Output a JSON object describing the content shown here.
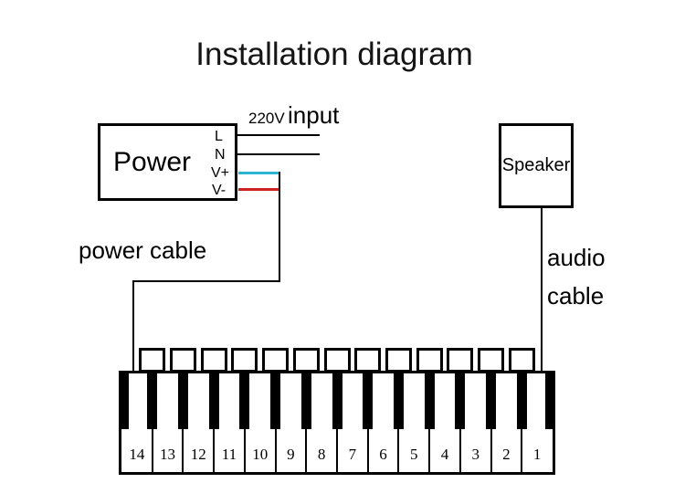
{
  "title": "Installation diagram",
  "power_unit": {
    "label": "Power",
    "terminals": {
      "line": "L",
      "neutral": "N",
      "v_plus": "V+",
      "v_minus": "V-"
    }
  },
  "mains_input": {
    "voltage": "220V",
    "label": "input"
  },
  "speaker": {
    "label": "Speaker"
  },
  "labels": {
    "power_cable": "power cable",
    "audio_cable_line1": "audio",
    "audio_cable_line2": "cable"
  },
  "keyboard": {
    "key_numbers": [
      "14",
      "13",
      "12",
      "11",
      "10",
      "9",
      "8",
      "7",
      "6",
      "5",
      "4",
      "3",
      "2",
      "1"
    ]
  },
  "colors": {
    "v_plus_wire": "#2bb3d0",
    "v_minus_wire": "#cc2222",
    "wire": "#000000"
  }
}
